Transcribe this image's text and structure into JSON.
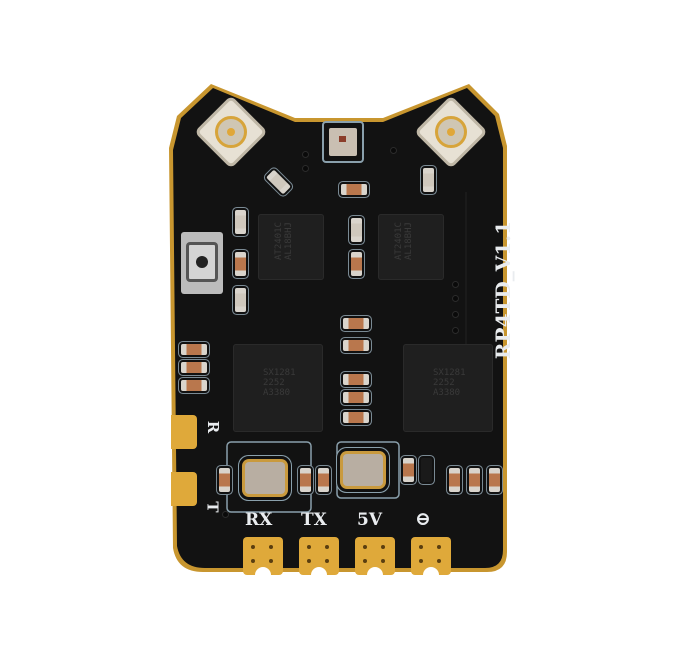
{
  "image": {
    "subject": "receiver PCB board product photo",
    "background_color": "#ffffff",
    "board_color": "#111111",
    "pad_color": "#dfa93a"
  },
  "board": {
    "model_label": "RP4TD_V1.1",
    "side_labels": {
      "upper": "R",
      "lower": "T"
    },
    "pad_labels": [
      "RX",
      "TX",
      "5V",
      "⊖"
    ],
    "chips": {
      "front_end_left": [
        "AT2401C",
        "AL18BHJ"
      ],
      "front_end_right": [
        "AT2401C",
        "AL18BHJ"
      ],
      "transceiver_left": [
        "SX1281",
        "2252",
        "A3380"
      ],
      "transceiver_right": [
        "SX1281",
        "2252",
        "A3380"
      ]
    },
    "components": {
      "antenna_connectors": [
        "ufl-left",
        "ufl-right"
      ],
      "button": "bind-button",
      "led": "status-led",
      "crystals": [
        "crystal-left",
        "crystal-right"
      ]
    }
  }
}
